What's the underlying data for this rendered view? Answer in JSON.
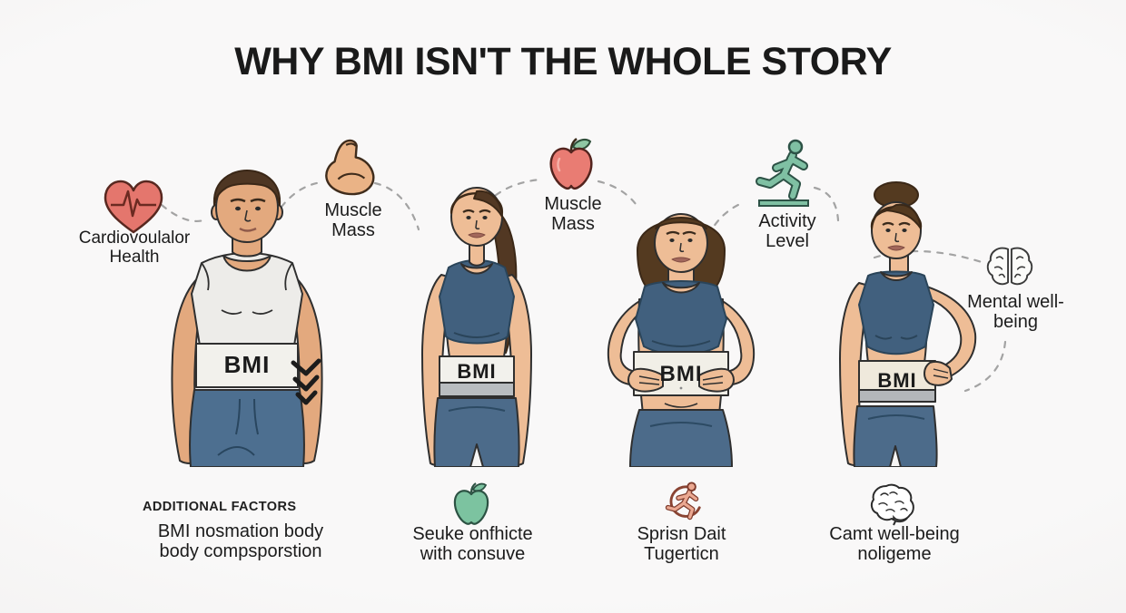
{
  "title": "WHY BMI ISN'T THE WHOLE STORY",
  "top_callouts": [
    {
      "name": "cardiovascular-health",
      "icon": "heart-ecg-icon",
      "label": "Cardiovoulalor\nHealth"
    },
    {
      "name": "muscle-mass",
      "icon": "flexed-bicep-icon",
      "label": "Muscle\nMass"
    },
    {
      "name": "muscle-mass-apple",
      "icon": "red-apple-icon",
      "label": "Muscle\nMass"
    },
    {
      "name": "activity-level",
      "icon": "running-figure-icon",
      "label": "Activity\nLevel"
    },
    {
      "name": "mental-wellbeing",
      "icon": "brain-icon",
      "label": "Mental well-\nbeing"
    }
  ],
  "figures": [
    {
      "name": "muscular-man",
      "band_label": "BMI"
    },
    {
      "name": "slim-woman",
      "band_label": "BMI"
    },
    {
      "name": "curvy-woman",
      "band_label": "BMI"
    },
    {
      "name": "athletic-woman-bun",
      "band_label": "BMI"
    }
  ],
  "footer": {
    "heading": "ADDITIONAL FACTORS",
    "items": [
      {
        "icon": "",
        "text": "BMI nosmation body\nbody compsporstion"
      },
      {
        "icon": "green-apple-icon",
        "text": "Seuke onfhicte\nwith consuve"
      },
      {
        "icon": "sprinting-figure-icon",
        "text": "Sprisn Dait\nTugerticn"
      },
      {
        "icon": "brain-sketch-icon",
        "text": "Camt well-being\nnoligeme"
      }
    ]
  },
  "colors": {
    "background": "#f7f6f6",
    "text": "#1b1b1b",
    "heart_red": "#e4766d",
    "apple_red": "#e97c73",
    "runner_green": "#7fc0a3",
    "apple_green": "#7cc3a0",
    "runner_salmon": "#eba891",
    "navy_sportswear": "#41607e",
    "leggings_blue": "#4c6b8a",
    "shorts_blue": "#4d6f90",
    "skin_male": "#e3a97e",
    "skin_female": "#eebd96",
    "band_cream": "#f2f1ec",
    "band_stripe_gray": "#b9bdc0",
    "hair_brown": "#523823",
    "dash_gray": "#a3a3a3"
  }
}
